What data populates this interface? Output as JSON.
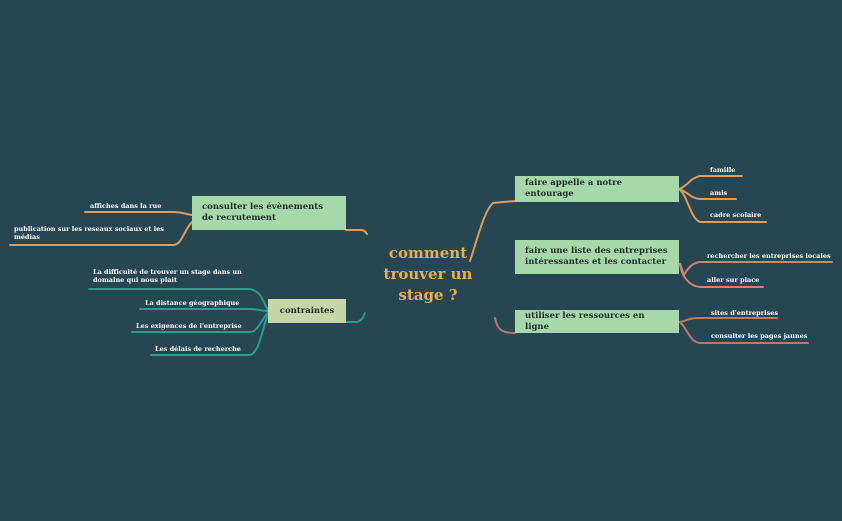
{
  "central_topic": {
    "line1": "comment",
    "line2": "trouver un",
    "line3": "stage ?"
  },
  "colors": {
    "background": "#274654",
    "central_text": "#e8b04a",
    "topic_green": "#a7d8a9",
    "topic_khaki": "#c6d6a6",
    "branch_orange": "#e39a56",
    "branch_teal": "#2a9d8f",
    "branch_salmon": "#d4826f",
    "branch_brown": "#b87a6b"
  },
  "branches": {
    "entourage": {
      "label": "faire appelle a notre entourage",
      "children": [
        "famille",
        "amis",
        "cadre scolaire"
      ]
    },
    "liste": {
      "label": "faire une liste des entreprises intéressantes et les contacter",
      "children": [
        "rechercher les entreprises locales",
        "aller sur place"
      ]
    },
    "ressources": {
      "label": "utiliser les ressources en ligne",
      "children": [
        "sites d'entreprises",
        "consulter les pages jaunes"
      ]
    },
    "evenements": {
      "label": "consulter les évènements de recrutement",
      "children": [
        "affiches dans la rue",
        "publication sur les reseaux sociaux et les médias"
      ]
    },
    "contraintes": {
      "label": "contraintes",
      "children": [
        "La difficulté de trouver un stage dans un domaine qui nous plait",
        "La distance géographique",
        "Les exigences de l'entreprise",
        "Les délais de recherche"
      ]
    }
  }
}
